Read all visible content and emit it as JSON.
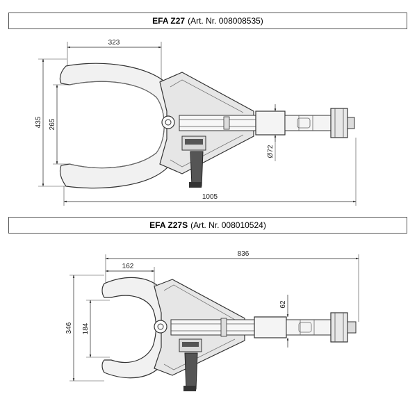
{
  "drawings": [
    {
      "model": "EFA Z27",
      "article": "(Art. Nr. 008008535)",
      "dims": {
        "jaw_width": "323",
        "total_length": "1005",
        "outer_height": "435",
        "inner_height": "265",
        "tube_diameter": "Ø72"
      }
    },
    {
      "model": "EFA Z27S",
      "article": "(Art. Nr. 008010524)",
      "dims": {
        "jaw_width": "162",
        "total_length": "836",
        "outer_height": "346",
        "inner_height": "184",
        "tube_diameter": "62"
      }
    }
  ]
}
